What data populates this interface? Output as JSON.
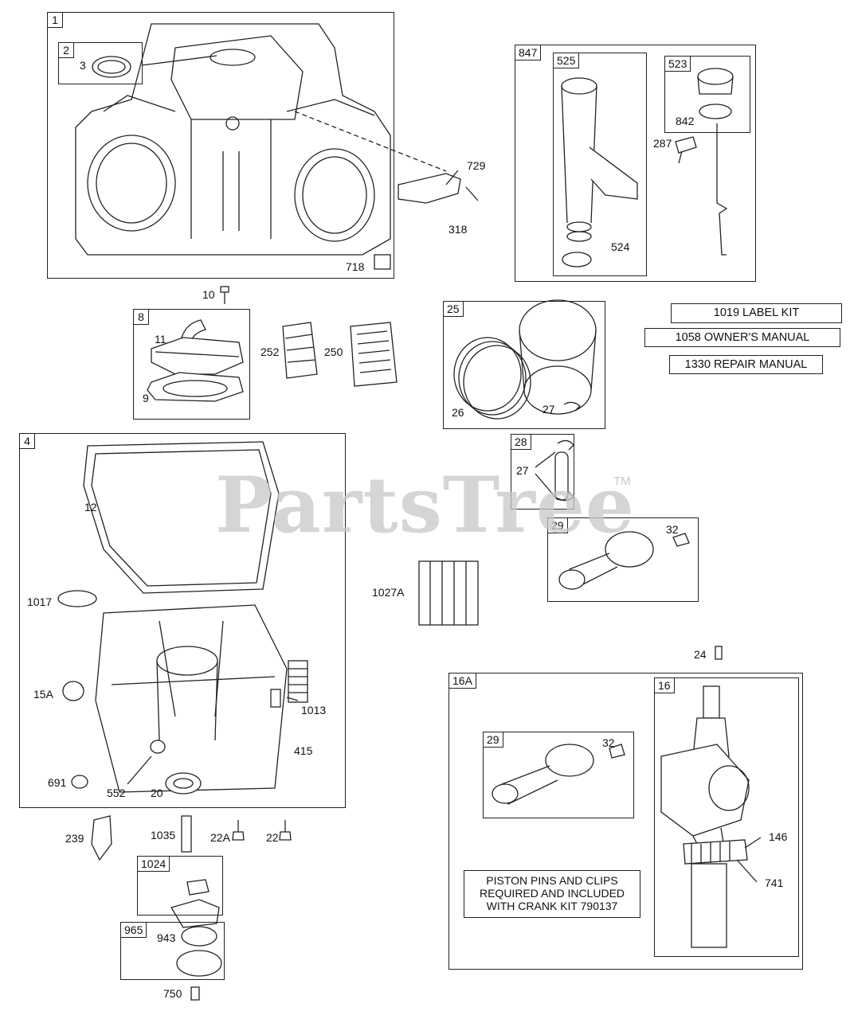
{
  "watermark": {
    "text": "PartsTree",
    "trademark": "TM"
  },
  "groups": {
    "g1": "1",
    "g2": "2",
    "g8": "8",
    "g4": "4",
    "g847": "847",
    "g525": "525",
    "g523": "523",
    "g25": "25",
    "g28": "28",
    "g29a": "29",
    "g16A": "16A",
    "g29b": "29",
    "g16": "16",
    "g1024": "1024",
    "g965": "965"
  },
  "callouts": {
    "c3": "3",
    "c729": "729",
    "c318": "318",
    "c718": "718",
    "c10": "10",
    "c11": "11",
    "c252": "252",
    "c250": "250",
    "c9": "9",
    "c842": "842",
    "c287": "287",
    "c524": "524",
    "c26": "26",
    "c27a": "27",
    "c27b": "27",
    "c32a": "32",
    "c12": "12",
    "c1017": "1017",
    "c1027A": "1027A",
    "c15A": "15A",
    "c1013": "1013",
    "c415": "415",
    "c691": "691",
    "c552": "552",
    "c20": "20",
    "c239": "239",
    "c1035": "1035",
    "c22A": "22A",
    "c22": "22",
    "c943": "943",
    "c750": "750",
    "c24": "24",
    "c32b": "32",
    "c146": "146",
    "c741": "741"
  },
  "notes": {
    "label_kit": "1019 LABEL KIT",
    "owners_manual": "1058 OWNER'S MANUAL",
    "repair_manual": "1330 REPAIR MANUAL",
    "crank_kit": [
      "PISTON PINS AND CLIPS",
      "REQUIRED AND INCLUDED",
      "WITH CRANK KIT 790137"
    ]
  }
}
